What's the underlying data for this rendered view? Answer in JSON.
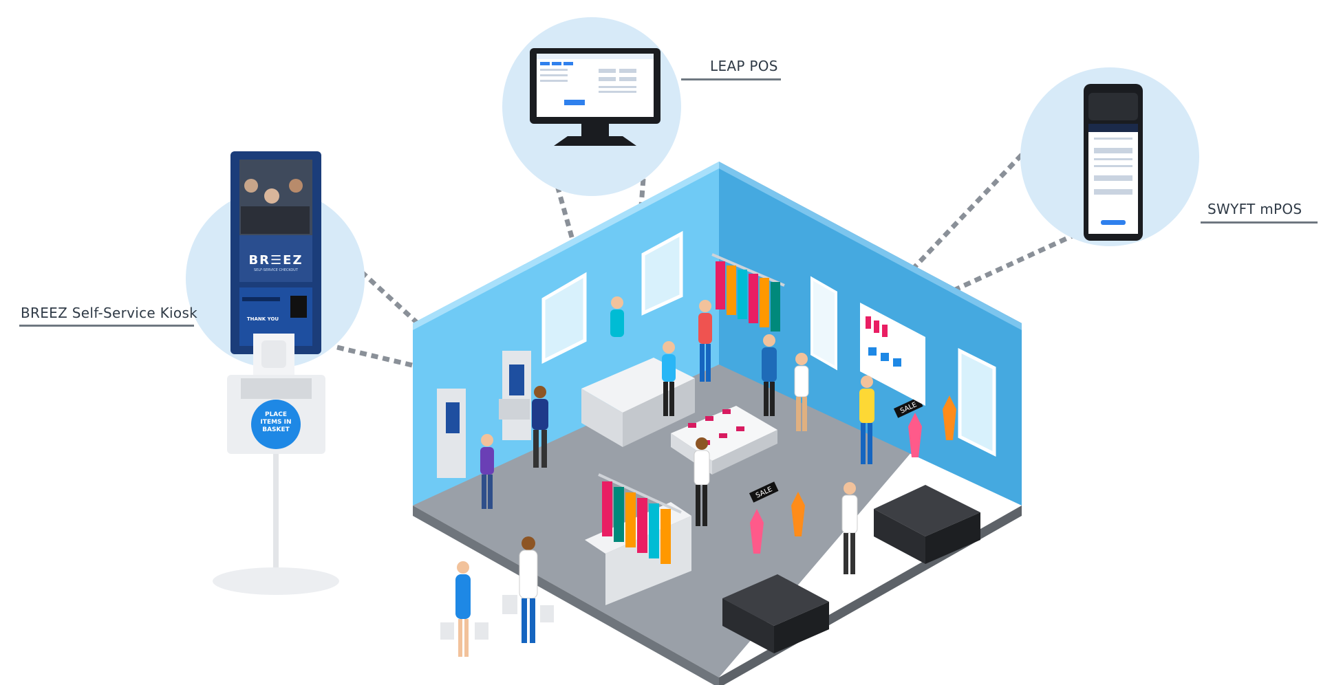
{
  "labels": {
    "kiosk": "BREEZ Self-Service Kiosk",
    "leap": "LEAP POS",
    "swyft": "SWYFT mPOS"
  },
  "kiosk": {
    "brand": "BR☰EZ",
    "tagline": "SELF-SERVICE CHECKOUT",
    "pay_text": "THANK YOU",
    "basket_line1": "PLACE",
    "basket_line2": "ITEMS IN",
    "basket_line3": "BASKET"
  },
  "store": {
    "sale_tag": "SALE"
  },
  "colors": {
    "wall": "#5fc3f2",
    "wall_dark": "#3fa6dd",
    "floor": "#9aa0a8",
    "circle": "#d7eaf8",
    "dots": "#8a9098",
    "kiosk_screen": "#1e4fa0"
  }
}
